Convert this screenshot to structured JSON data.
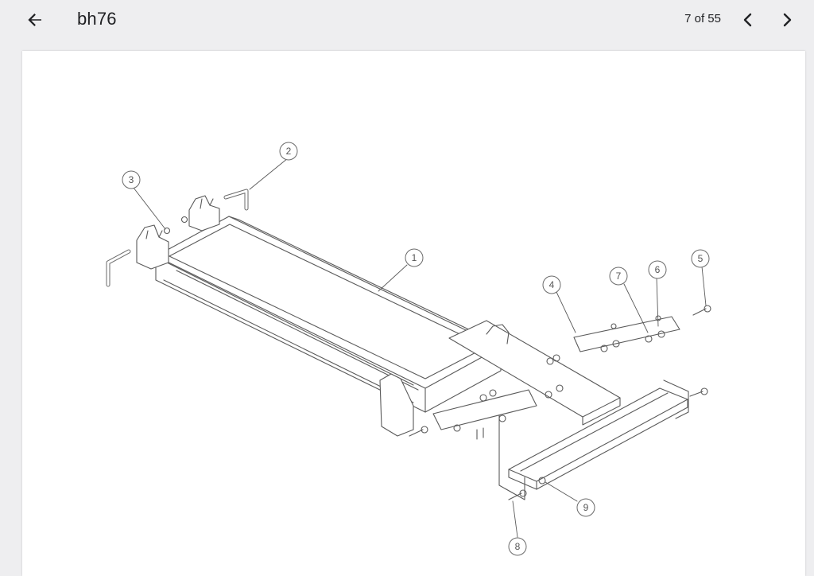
{
  "header": {
    "title": "bh76",
    "page_counter": "7 of 55"
  },
  "icons": {
    "back": "arrow-left-icon",
    "prev": "chevron-left-icon",
    "next": "chevron-right-icon"
  },
  "callouts": [
    "1",
    "2",
    "3",
    "4",
    "5",
    "6",
    "7",
    "8",
    "9"
  ],
  "colors": {
    "background": "#eeeef0",
    "page": "#ffffff",
    "text": "#202124",
    "line_art": "#5a5a5a"
  }
}
